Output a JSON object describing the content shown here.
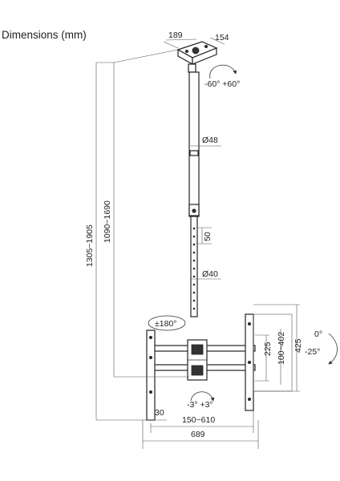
{
  "title": "Dimensions (mm)",
  "dimensions": {
    "plate_width": "189",
    "plate_depth": "154",
    "swivel": "-60° +60°",
    "upper_tube_diameter": "Ø48",
    "total_height": "1305~1905",
    "pole_height": "1090~1690",
    "hole_step": "50",
    "lower_tube_diameter": "Ø40",
    "rotation": "±180°",
    "frame_height": "225",
    "vesa_vertical": "100~402",
    "bracket_height": "425",
    "tilt_up": "0°",
    "tilt_down": "-25°",
    "tilt_small": "-3°  +3°",
    "arm_offset": "30",
    "vesa_horizontal": "150~610",
    "frame_width": "689"
  },
  "colors": {
    "line": "#333333",
    "text": "#222222"
  }
}
